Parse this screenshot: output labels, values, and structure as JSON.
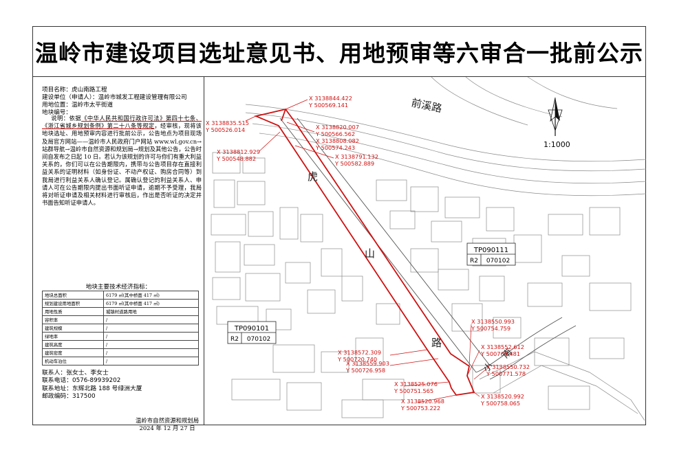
{
  "title": "温岭市建设项目选址意见书、用地预审等六审合一批前公示",
  "project": {
    "name_row": "项目名称：虎山南路工程",
    "applicant_row": "建设单位（申请人）：温岭市城发工程建设管理有限公司",
    "location_row": "用地位置：温岭市太平街道",
    "parcel_row": "地块编号："
  },
  "notice": {
    "prefix": "说明：依据",
    "law1": "《中华人民共和国行政许可法》",
    "mid1": "第四十七",
    "law2": "条、《浙江省城乡规划条例》",
    "mid2": "第二十八条等规定",
    "rest": "，经审核，现将该地块选址、用地预审内容进行批前公示，公告地点为项目现场及局官方网站——温岭市人民政府门户网站 www.wl.gov.cn→站群导航→温岭市自然资源和规划局→规划及其他公告，公告时间自发布之日起 10 日。若认为该规划的许可与你们有重大利益关系的，你们可以在公告期限内，携带与公告项目存在直接利益关系的证明材料（如身份证、不动产权证、购房合同等）到我局进行利益关系人确认登记。属确认登记的利益关系人、申请人可在公告期限内提出书面听证申请，逾期不予受理，我局将对听证申请及相关材料进行审核后，作出是否听证的决定并书面告知听证申请人。"
  },
  "tech_table": {
    "title": "地块主要技术经济指标：",
    "rows": [
      {
        "k": "地块总面积",
        "v": "6179 ㎡(其中桥面 417 ㎡)"
      },
      {
        "k": "规划建设用地面积",
        "v": "6179 ㎡(其中桥面 417 ㎡)"
      },
      {
        "k": "用地性质",
        "v": "城镇村道路用地"
      },
      {
        "k": "容积率",
        "v": "/"
      },
      {
        "k": "建筑规模",
        "v": "/"
      },
      {
        "k": "绿地率",
        "v": "/"
      },
      {
        "k": "建筑高度",
        "v": "/"
      },
      {
        "k": "建筑密度",
        "v": "/"
      },
      {
        "k": "机动车泊位",
        "v": "/"
      }
    ]
  },
  "contact": {
    "person": "联系人：张女士、李女士",
    "phone": "联系电话：0576-89939202",
    "address": "联系地址：东辉北路 188 号绿洲大厦",
    "postcode": "邮政编码：317500"
  },
  "sign": {
    "org": "温岭市自然资源和规划局",
    "date": "2024 年 12 月 27 日"
  },
  "map": {
    "scale": "1:1000",
    "road_top": "前溪路",
    "road_main": [
      "虎",
      "山",
      "路"
    ],
    "road_side": [
      "小",
      "南"
    ],
    "parcels": [
      {
        "code": "TP090111",
        "type": "R2",
        "num": "070102"
      },
      {
        "code": "TP090101",
        "type": "R2",
        "num": "070102"
      }
    ],
    "coords": [
      {
        "x": "X 3138844.422",
        "y": "Y 500569.141"
      },
      {
        "x": "X 3138835.515",
        "y": "Y 500526.014"
      },
      {
        "x": "X 3138820.007",
        "y": "Y 500566.562"
      },
      {
        "x": "X 3138808.082",
        "y": "Y 500574.243"
      },
      {
        "x": "X 3138812.929",
        "y": "Y 500548.882"
      },
      {
        "x": "X 3138791.132",
        "y": "Y 500582.889"
      },
      {
        "x": "X 3138550.993",
        "y": "Y 500754.759"
      },
      {
        "x": "X 3138552.612",
        "y": "Y 500769.481"
      },
      {
        "x": "X 3138572.309",
        "y": "Y 500720.740"
      },
      {
        "x": "X 3138559.903",
        "y": "Y 500726.958"
      },
      {
        "x": "X 3138550.732",
        "y": "Y 500771.578"
      },
      {
        "x": "X 3138525.076",
        "y": "Y 500751.565"
      },
      {
        "x": "X 3138520.968",
        "y": "Y 500753.222"
      },
      {
        "x": "X 3138520.992",
        "y": "Y 500758.065"
      }
    ],
    "colors": {
      "redline": "#d01010",
      "line": "#6b6b6b"
    }
  }
}
